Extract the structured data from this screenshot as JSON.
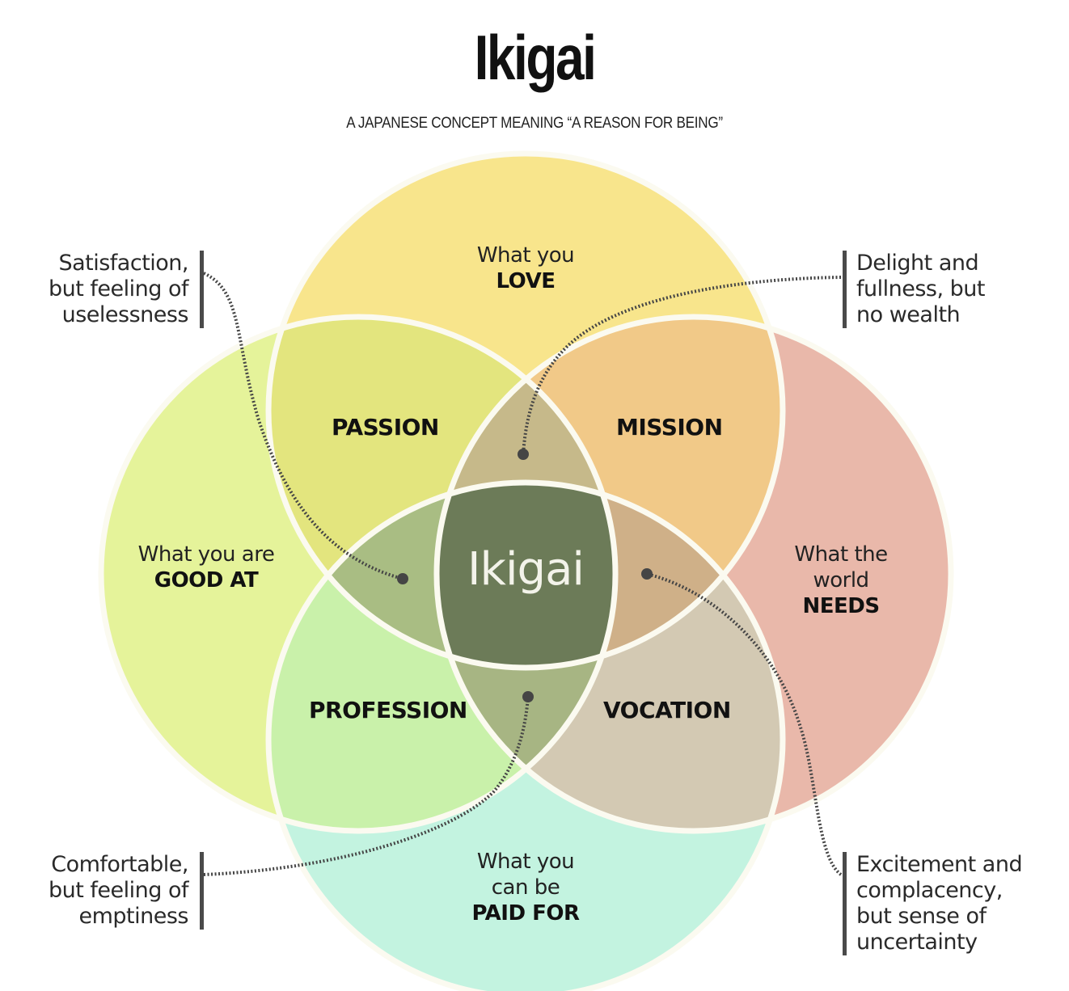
{
  "header": {
    "title": "Ikigai",
    "subtitle": "A JAPANESE CONCEPT MEANING “A REASON FOR BEING”"
  },
  "circles": {
    "love": {
      "line1": "What you",
      "strong": "LOVE",
      "color": "#f8e58c"
    },
    "good_at": {
      "line1": "What you are",
      "strong": "GOOD AT",
      "color": "#e5f39a"
    },
    "needs": {
      "line1": "What the",
      "line2": "world",
      "strong": "NEEDS",
      "color": "#e9b8aa"
    },
    "paid_for": {
      "line1": "What you",
      "line2": "can be",
      "strong": "PAID FOR",
      "color": "#c3f3e0"
    }
  },
  "zones": {
    "passion": {
      "label": "PASSION",
      "color": "#e3e57e"
    },
    "mission": {
      "label": "MISSION",
      "color": "#f1c988"
    },
    "profession": {
      "label": "PROFESSION",
      "color": "#c9f1aa"
    },
    "vocation": {
      "label": "VOCATION",
      "color": "#d3c9b3"
    },
    "love_needs_goodat": {
      "color": "#c6b98a"
    },
    "love_goodat_paid": {
      "color": "#a9bd83"
    },
    "love_needs_paid": {
      "color": "#cfb088"
    },
    "goodat_needs_paid": {
      "color": "#a7b583"
    },
    "center": {
      "label": "Ikigai",
      "color": "#6c7b58"
    }
  },
  "callouts": {
    "top_left": [
      "Satisfaction,",
      "but feeling of",
      "uselessness"
    ],
    "top_right": [
      "Delight and",
      "fullness, but",
      "no wealth"
    ],
    "bottom_left": [
      "Comfortable,",
      "but feeling of",
      "emptiness"
    ],
    "bottom_right": [
      "Excitement and",
      "complacency,",
      "but sense of",
      "uncertainty"
    ]
  },
  "colors": {
    "outline": "#fbfaf0",
    "leader": "#454545"
  }
}
